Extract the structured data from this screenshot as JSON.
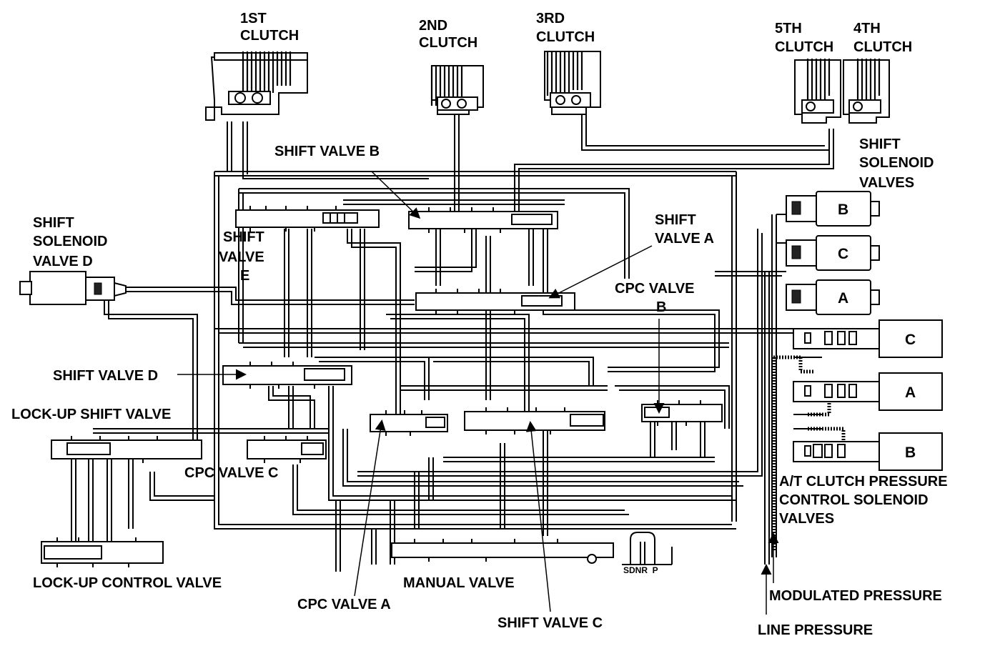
{
  "clutches": {
    "first": [
      "1ST",
      "CLUTCH"
    ],
    "second": [
      "2ND",
      "CLUTCH"
    ],
    "third": [
      "3RD",
      "CLUTCH"
    ],
    "fifth": [
      "5TH",
      "CLUTCH"
    ],
    "fourth": [
      "4TH",
      "CLUTCH"
    ]
  },
  "valves": {
    "shift_valve_b": "SHIFT VALVE B",
    "shift_valve_a": [
      "SHIFT",
      "VALVE A"
    ],
    "shift_valve_e": [
      "SHIFT",
      "VALVE",
      "E"
    ],
    "shift_valve_d": "SHIFT VALVE D",
    "shift_valve_c": "SHIFT VALVE C",
    "lockup_shift_valve": "LOCK-UP SHIFT VALVE",
    "lockup_control_valve": "LOCK-UP CONTROL VALVE",
    "cpc_valve_a": "CPC VALVE A",
    "cpc_valve_b": [
      "CPC VALVE",
      "B"
    ],
    "cpc_valve_c": "CPC VALVE C",
    "manual_valve": "MANUAL VALVE"
  },
  "solenoids": {
    "shift_solenoid_d": [
      "SHIFT",
      "SOLENOID",
      "VALVE D"
    ],
    "shift_solenoid_group": [
      "SHIFT",
      "SOLENOID",
      "VALVES"
    ],
    "shift_letters": [
      "B",
      "C",
      "A"
    ],
    "clutch_pressure_letters": [
      "C",
      "A",
      "B"
    ],
    "clutch_pressure_group": [
      "A/T CLUTCH PRESSURE",
      "CONTROL SOLENOID",
      "VALVES"
    ]
  },
  "pressures": {
    "modulated": "MODULATED PRESSURE",
    "line": "LINE PRESSURE"
  },
  "selector_positions": "SDNR  P"
}
